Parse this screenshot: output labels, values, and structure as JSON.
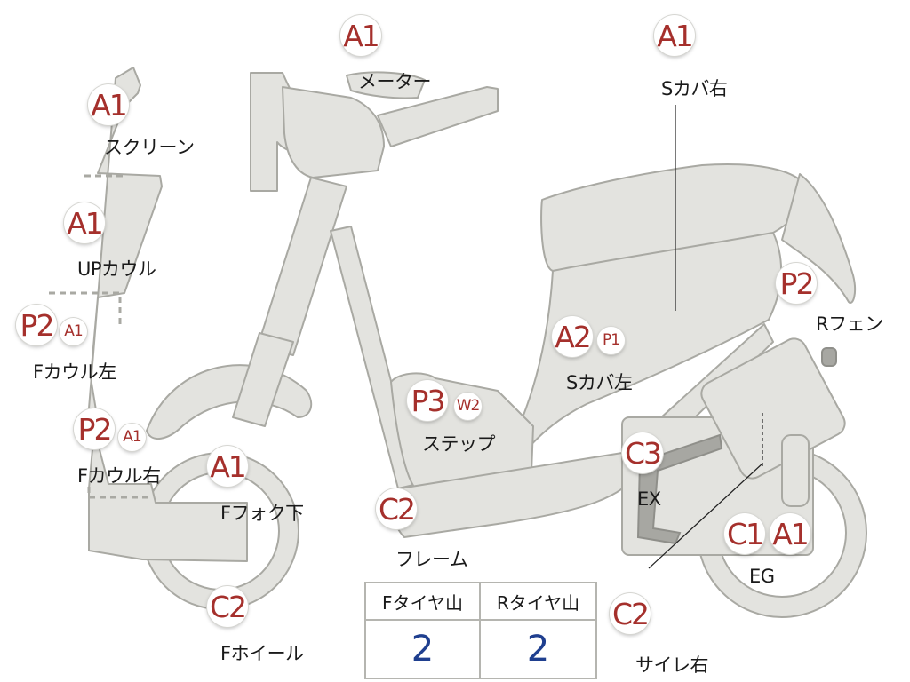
{
  "markers": {
    "meter": "A1",
    "side_cover_right": "A1",
    "screen": "A1",
    "upper_cowl": "A1",
    "front_cowl_left_main": "P2",
    "front_cowl_left_sub": "A1",
    "front_cowl_right_main": "P2",
    "front_cowl_right_sub": "A1",
    "front_fork_lower": "A1",
    "front_wheel": "C2",
    "step_main": "P3",
    "step_sub": "W2",
    "frame": "C2",
    "side_cover_left_main": "A2",
    "side_cover_left_sub": "P1",
    "rear_fender": "P2",
    "exhaust": "C3",
    "engine_main": "C1",
    "engine_sub": "A1",
    "muffler_right": "C2"
  },
  "labels": {
    "meter": "メーター",
    "side_cover_right": "Sカバ右",
    "screen": "スクリーン",
    "upper_cowl": "UPカウル",
    "front_cowl_left": "Fカウル左",
    "front_cowl_right": "Fカウル右",
    "front_fork_lower": "Fフォク下",
    "front_wheel": "Fホイール",
    "step": "ステップ",
    "frame": "フレーム",
    "side_cover_left": "Sカバ左",
    "rear_fender": "Rフェン",
    "exhaust": "EX",
    "engine": "EG",
    "muffler_right": "サイレ右"
  },
  "tire_table": {
    "front_header": "Fタイヤ山",
    "rear_header": "Rタイヤ山",
    "front_value": "2",
    "rear_value": "2"
  },
  "colors": {
    "marker_text": "#a5302c",
    "tire_value": "#1f3f8f",
    "part_fill": "#e3e3df",
    "part_outline": "#a9a9a3"
  }
}
